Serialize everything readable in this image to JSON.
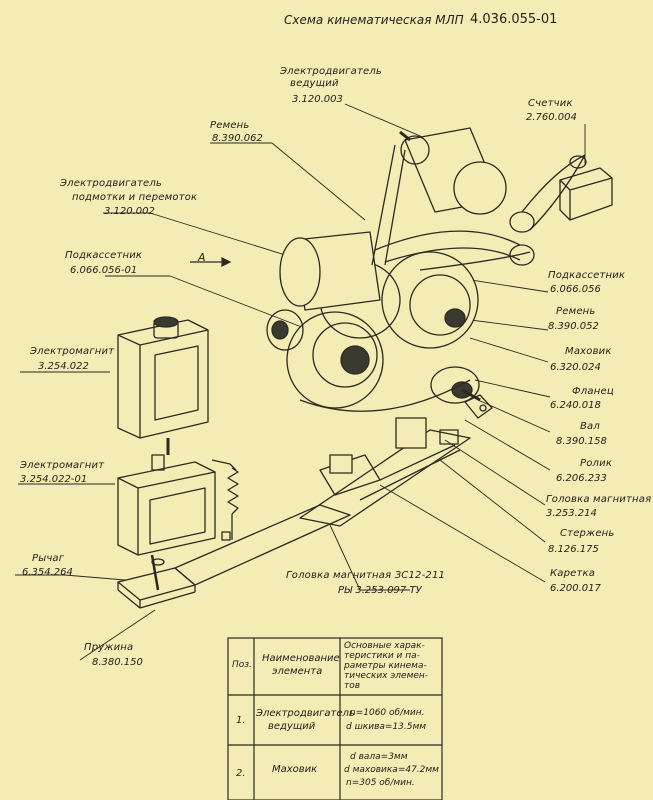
{
  "title": "Схема кинематическая МЛП",
  "doc_number": "4.036.055-01",
  "arrow_mark": "A",
  "callouts": [
    {
      "name": "Электродвигатель ведущий",
      "lines": [
        "Электродвигатель",
        "ведущий"
      ],
      "code": "3.120.003"
    },
    {
      "name": "Ремень",
      "lines": [
        "Ремень"
      ],
      "code": "8.390.062"
    },
    {
      "name": "Счетчик",
      "lines": [
        "Счетчик"
      ],
      "code": "2.760.004"
    },
    {
      "name": "Электродвигатель подмотки и перемоток",
      "lines": [
        "Электродвигатель",
        "подмотки и перемоток"
      ],
      "code": "3.120.002"
    },
    {
      "name": "Подкассетник",
      "lines": [
        "Подкассетник"
      ],
      "code": "6.066.056-01"
    },
    {
      "name": "Подкассетник",
      "lines": [
        "Подкассетник"
      ],
      "code": "6.066.056"
    },
    {
      "name": "Ремень",
      "lines": [
        "Ремень"
      ],
      "code": "8.390.052"
    },
    {
      "name": "Электромагнит",
      "lines": [
        "Электромагнит"
      ],
      "code": "3.254.022"
    },
    {
      "name": "Маховик",
      "lines": [
        "Маховик"
      ],
      "code": "6.320.024"
    },
    {
      "name": "Фланец",
      "lines": [
        "Фланец"
      ],
      "code": "6.240.018"
    },
    {
      "name": "Вал",
      "lines": [
        "Вал"
      ],
      "code": "8.390.158"
    },
    {
      "name": "Электромагнит",
      "lines": [
        "Электромагнит"
      ],
      "code": "3.254.022-01"
    },
    {
      "name": "Ролик",
      "lines": [
        "Ролик"
      ],
      "code": "6.206.233"
    },
    {
      "name": "Головка магнитная",
      "lines": [
        "Головка магнитная"
      ],
      "code": "3.253.214"
    },
    {
      "name": "Стержень",
      "lines": [
        "Стержень"
      ],
      "code": "8.126.175"
    },
    {
      "name": "Рычаг",
      "lines": [
        "Рычаг"
      ],
      "code": "6.354.264"
    },
    {
      "name": "Каретка",
      "lines": [
        "Каретка"
      ],
      "code": "6.200.017"
    },
    {
      "name": "Головка магнитная ЗС12-211",
      "lines": [
        "Головка магнитная ЗС12-211"
      ],
      "code": "РЫ 3.253.097 ТУ"
    },
    {
      "name": "Пружина",
      "lines": [
        "Пружина"
      ],
      "code": "8.380.150"
    }
  ],
  "table": {
    "headers": {
      "pos": "Поз.",
      "name": [
        "Наименование",
        "элемента"
      ],
      "chars": [
        "Основные харак-",
        "теристики и па-",
        "раметры кинема-",
        "тических элемен-",
        "тов"
      ]
    },
    "rows": [
      {
        "pos": "1.",
        "name": [
          "Электродвигатель",
          "ведущий"
        ],
        "chars": [
          "n=1060 об/мин.",
          "d шкива=13.5мм"
        ]
      },
      {
        "pos": "2.",
        "name": [
          "Маховик"
        ],
        "chars": [
          "d вала=3мм",
          "d маховика=47.2мм",
          "n=305 об/мин."
        ]
      }
    ]
  }
}
